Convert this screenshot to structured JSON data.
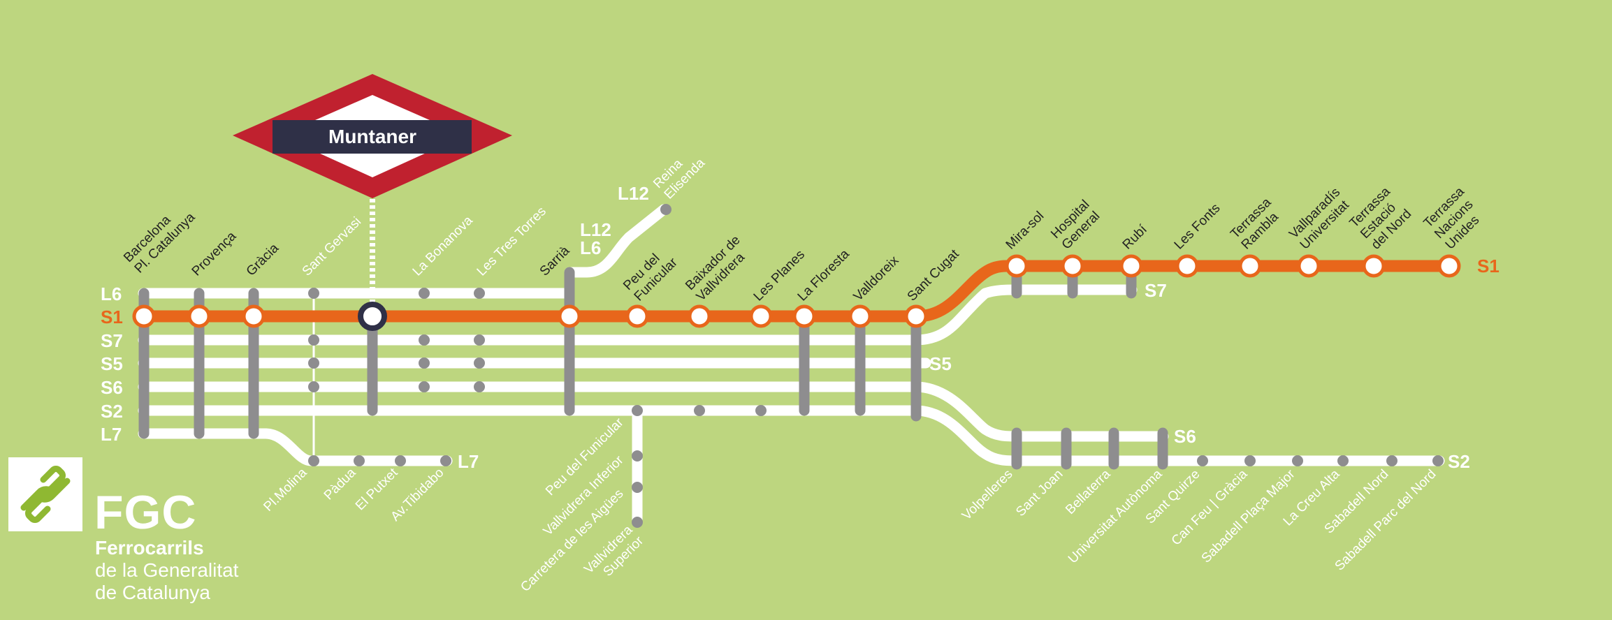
{
  "current_station": "Muntaner",
  "colors": {
    "background": "#bdd67f",
    "s1": "#e8661b",
    "track": "#ffffff",
    "connector": "#8e8d8f",
    "sign_red": "#c0212f",
    "sign_navy": "#2f3047"
  },
  "line_codes": [
    "L6",
    "S1",
    "S7",
    "S5",
    "S6",
    "S2",
    "L7"
  ],
  "branch_labels": {
    "l12_top": "L12",
    "l12": "L12",
    "l6": "L6",
    "l7": "L7",
    "s1": "S1",
    "s7": "S7",
    "s5": "S5",
    "s6": "S6",
    "s2": "S2"
  },
  "stations": {
    "barcelona": [
      "Barcelona",
      "Pl. Catalunya"
    ],
    "provenca": [
      "Provença"
    ],
    "gracia": [
      "Gràcia"
    ],
    "sant_gervasi": [
      "Sant Gervasi"
    ],
    "la_bonanova": [
      "La Bonanova"
    ],
    "les_tres_torres": [
      "Les Tres Torres"
    ],
    "sarria": [
      "Sarrià"
    ],
    "reina_elisenda": [
      "Reina",
      "Elisenda"
    ],
    "peu_funicular": [
      "Peu del",
      "Funicular"
    ],
    "baixador": [
      "Baixador de",
      "Vallvidrera"
    ],
    "les_planes": [
      "Les Planes"
    ],
    "la_floresta": [
      "La Floresta"
    ],
    "valldoreix": [
      "Valldoreix"
    ],
    "sant_cugat": [
      "Sant Cugat"
    ],
    "mira_sol": [
      "Mira-sol"
    ],
    "hospital_general": [
      "Hospital",
      "General"
    ],
    "rubi": [
      "Rubí"
    ],
    "les_fonts": [
      "Les Fonts"
    ],
    "terrassa_rambla": [
      "Terrassa",
      "Rambla"
    ],
    "vallparadis": [
      "Vallparadís",
      "Universitat"
    ],
    "terrassa_estacio": [
      "Terrassa",
      "Estació",
      "del Nord"
    ],
    "terrassa_nacions": [
      "Terrassa",
      "Nacions",
      "Unides"
    ],
    "pl_molina": [
      "Pl.Molina"
    ],
    "padua": [
      "Pàdua"
    ],
    "el_putxet": [
      "El Putxet"
    ],
    "av_tibidabo": [
      "Av.Tibidabo"
    ],
    "funicular_peu": [
      "Peu del Funicular"
    ],
    "vallvidrera_inferior": [
      "Vallvidrera Inferior"
    ],
    "carretera_aigues": [
      "Carretera de les Aigües"
    ],
    "vallvidrera_superior": [
      "Vallvidrera",
      "Superior"
    ],
    "volpelleres": [
      "Volpelleres"
    ],
    "sant_joan": [
      "Sant Joan"
    ],
    "bellaterra": [
      "Bellaterra"
    ],
    "uab": [
      "Universitat Autònoma"
    ],
    "sant_quirze": [
      "Sant Quirze"
    ],
    "can_feu": [
      "Can Feu | Gràcia"
    ],
    "sabadell_placa_major": [
      "Sabadell Plaça Major"
    ],
    "la_creu_alta": [
      "La Creu Alta"
    ],
    "sabadell_nord": [
      "Sabadell Nord"
    ],
    "sabadell_parc": [
      "Sabadell Parc del Nord"
    ]
  },
  "logo": {
    "abbreviation": "FGC",
    "name_line1": "Ferrocarrils",
    "name_line2": "de la Generalitat",
    "name_line3": "de Catalunya"
  }
}
